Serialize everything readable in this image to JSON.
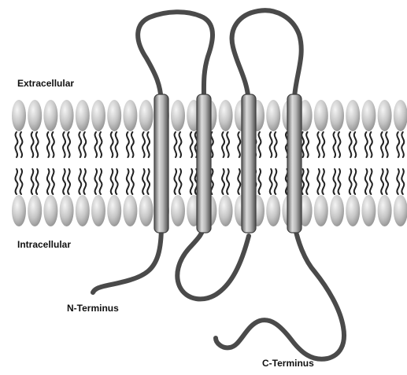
{
  "labels": {
    "extracellular": "Extracellular",
    "intracellular": "Intracellular",
    "n_terminus": "N-Terminus",
    "c_terminus": "C-Terminus"
  },
  "transmembrane_helix_count": 4,
  "colors": {
    "background": "#ffffff",
    "lipid_head_light": "#f2f2f2",
    "lipid_head_dark": "#9a9a9a",
    "lipid_tail": "#222222",
    "protein_chain": "#4a4a4a",
    "helix_light": "#d8d8d8",
    "helix_dark": "#5a5a5a",
    "text": "#111111"
  }
}
